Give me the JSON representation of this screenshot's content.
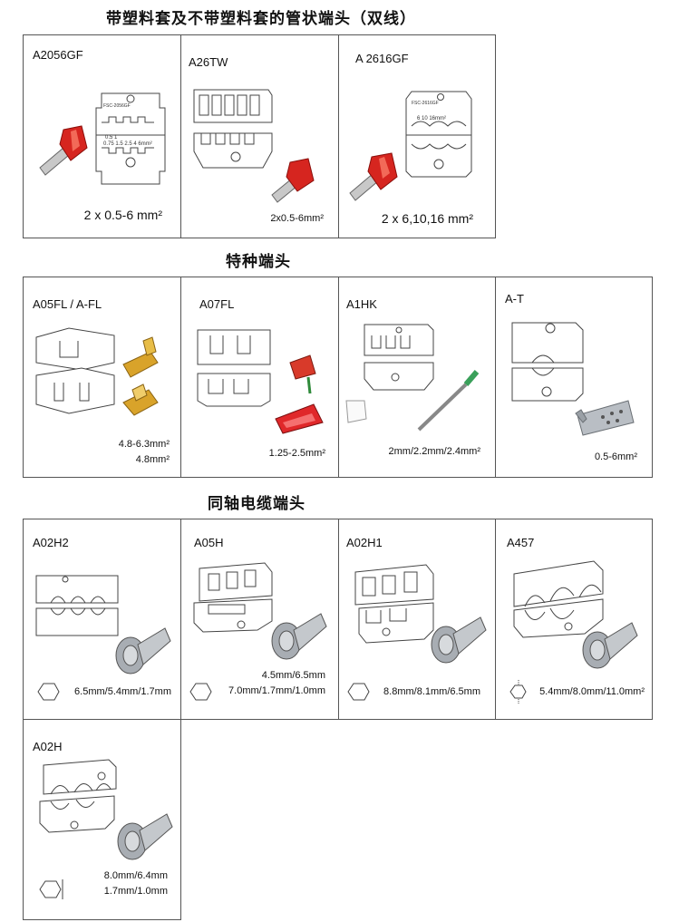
{
  "sections": [
    {
      "title": "带塑料套及不带塑料套的管状端头（双线）",
      "items": [
        {
          "code": "A2056GF",
          "spec_lines": [
            "2 x 0.5-6 mm²"
          ],
          "die_label": "FSC-2056GF",
          "die_sizes": [
            "0.5",
            "1",
            "0.75",
            "1.5",
            "2.5",
            "4",
            "6mm²"
          ]
        },
        {
          "code": "A26TW",
          "spec_lines": [
            "2x0.5-6mm²"
          ]
        },
        {
          "code": "A 2616GF",
          "spec_lines": [
            "2 x 6,10,16 mm²"
          ],
          "die_label": "FSC-2616GF",
          "die_sizes": [
            "6",
            "10",
            "16mm²"
          ]
        }
      ]
    },
    {
      "title": "特种端头",
      "items": [
        {
          "code": "A05FL / A-FL",
          "spec_lines": [
            "4.8-6.3mm²",
            "4.8mm²"
          ]
        },
        {
          "code": "A07FL",
          "spec_lines": [
            "1.25-2.5mm²"
          ]
        },
        {
          "code": "A1HK",
          "spec_lines": [
            "2mm/2.2mm/2.4mm²"
          ]
        },
        {
          "code": "A-T",
          "spec_lines": [
            "0.5-6mm²"
          ]
        }
      ]
    },
    {
      "title": "同轴电缆端头",
      "items": [
        {
          "code": "A02H2",
          "spec_lines": [
            "6.5mm/5.4mm/1.7mm"
          ]
        },
        {
          "code": "A05H",
          "spec_lines": [
            "4.5mm/6.5mm",
            "7.0mm/1.7mm/1.0mm"
          ]
        },
        {
          "code": "A02H1",
          "spec_lines": [
            "8.8mm/8.1mm/6.5mm"
          ]
        },
        {
          "code": "A457",
          "spec_lines": [
            "5.4mm/8.0mm/11.0mm²"
          ]
        },
        {
          "code": "A02H",
          "spec_lines": [
            "8.0mm/6.4mm",
            "1.7mm/1.0mm"
          ]
        }
      ]
    }
  ]
}
